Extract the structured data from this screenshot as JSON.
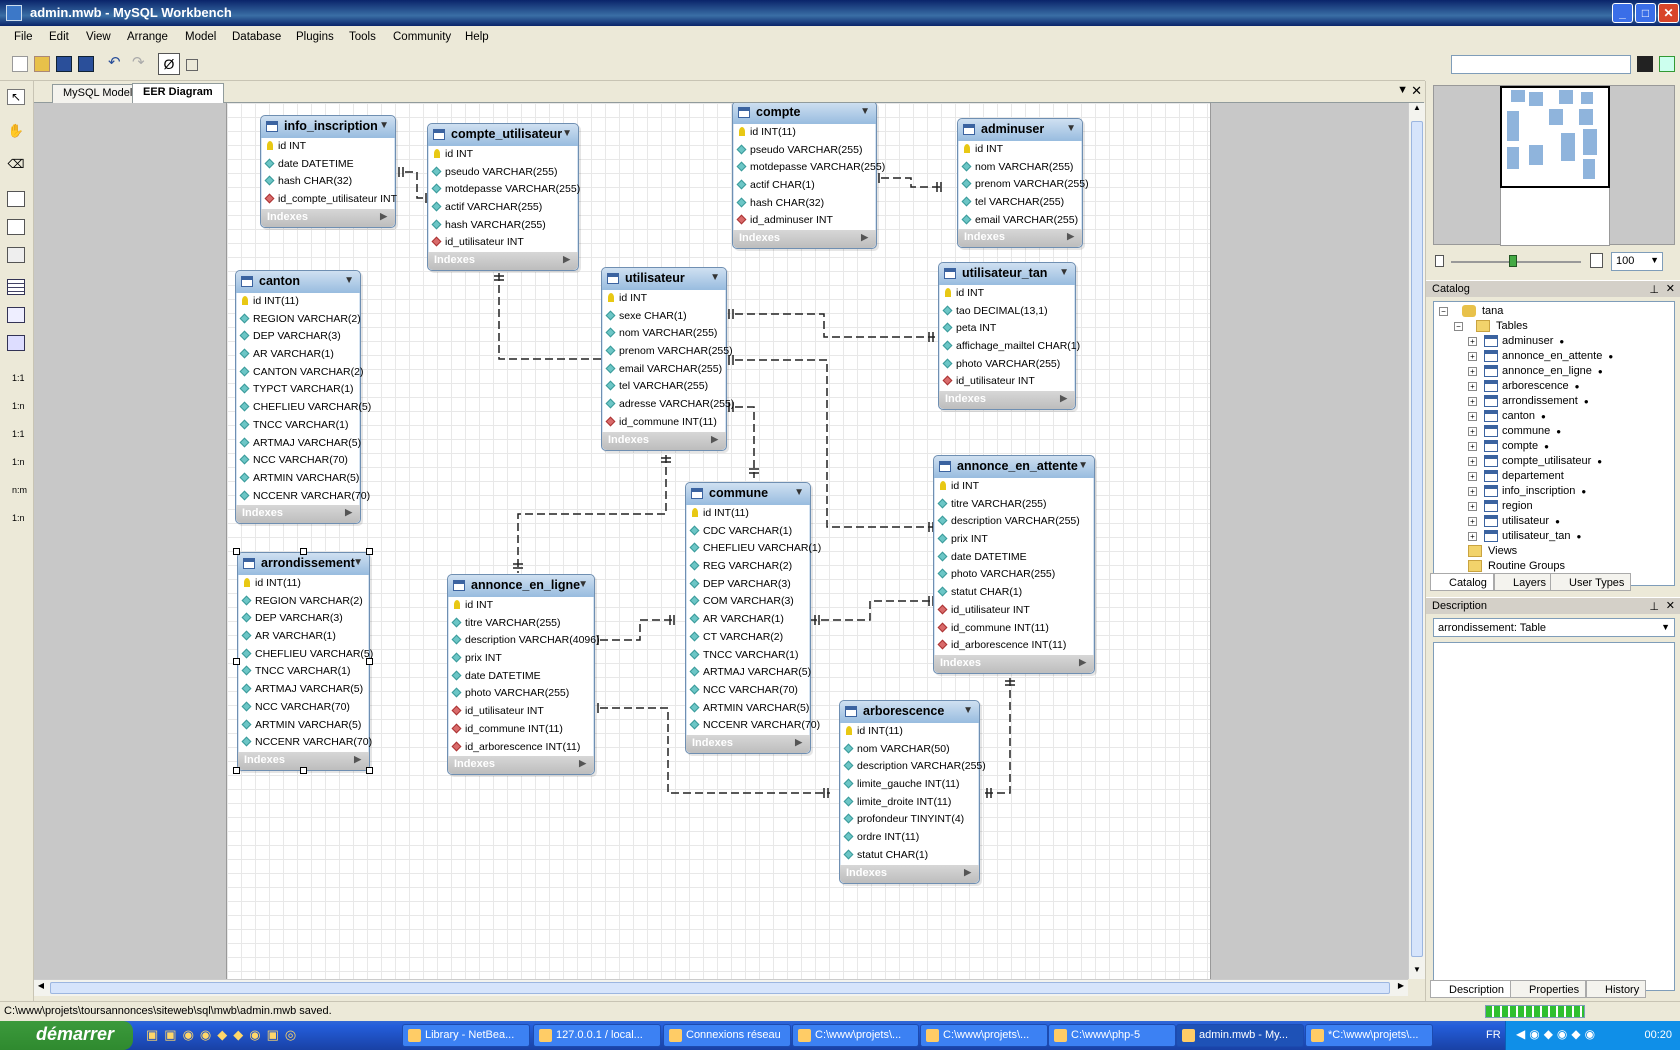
{
  "window": {
    "title": "admin.mwb - MySQL Workbench"
  },
  "menu": [
    "File",
    "Edit",
    "View",
    "Arrange",
    "Model",
    "Database",
    "Plugins",
    "Tools",
    "Community",
    "Help"
  ],
  "doc_tabs": [
    "MySQL Model",
    "EER Diagram"
  ],
  "left_tools": {
    "labels": [
      "1:1",
      "1:n",
      "1:1",
      "1:n",
      "n:m",
      "1:n"
    ]
  },
  "tables": [
    {
      "name": "info_inscription",
      "columns": [
        [
          "pk",
          "id INT"
        ],
        [
          "at",
          "date DATETIME"
        ],
        [
          "at",
          "hash CHAR(32)"
        ],
        [
          "fk",
          "id_compte_utilisateur INT"
        ]
      ]
    },
    {
      "name": "compte_utilisateur",
      "columns": [
        [
          "pk",
          "id INT"
        ],
        [
          "at",
          "pseudo VARCHAR(255)"
        ],
        [
          "at",
          "motdepasse VARCHAR(255)"
        ],
        [
          "at",
          "actif VARCHAR(255)"
        ],
        [
          "at",
          "hash VARCHAR(255)"
        ],
        [
          "fk",
          "id_utilisateur INT"
        ]
      ]
    },
    {
      "name": "compte",
      "columns": [
        [
          "pk",
          "id INT(11)"
        ],
        [
          "at",
          "pseudo VARCHAR(255)"
        ],
        [
          "at",
          "motdepasse VARCHAR(255)"
        ],
        [
          "at",
          "actif CHAR(1)"
        ],
        [
          "at",
          "hash CHAR(32)"
        ],
        [
          "fk",
          "id_adminuser INT"
        ]
      ]
    },
    {
      "name": "adminuser",
      "columns": [
        [
          "pk",
          "id INT"
        ],
        [
          "at",
          "nom VARCHAR(255)"
        ],
        [
          "at",
          "prenom VARCHAR(255)"
        ],
        [
          "at",
          "tel VARCHAR(255)"
        ],
        [
          "at",
          "email VARCHAR(255)"
        ]
      ]
    },
    {
      "name": "canton",
      "columns": [
        [
          "pk",
          "id INT(11)"
        ],
        [
          "at",
          "REGION VARCHAR(2)"
        ],
        [
          "at",
          "DEP VARCHAR(3)"
        ],
        [
          "at",
          "AR VARCHAR(1)"
        ],
        [
          "at",
          "CANTON VARCHAR(2)"
        ],
        [
          "at",
          "TYPCT VARCHAR(1)"
        ],
        [
          "at",
          "CHEFLIEU VARCHAR(5)"
        ],
        [
          "at",
          "TNCC VARCHAR(1)"
        ],
        [
          "at",
          "ARTMAJ VARCHAR(5)"
        ],
        [
          "at",
          "NCC VARCHAR(70)"
        ],
        [
          "at",
          "ARTMIN VARCHAR(5)"
        ],
        [
          "at",
          "NCCENR VARCHAR(70)"
        ]
      ]
    },
    {
      "name": "utilisateur",
      "columns": [
        [
          "pk",
          "id INT"
        ],
        [
          "at",
          "sexe CHAR(1)"
        ],
        [
          "at",
          "nom VARCHAR(255)"
        ],
        [
          "at",
          "prenom VARCHAR(255)"
        ],
        [
          "at",
          "email VARCHAR(255)"
        ],
        [
          "at",
          "tel VARCHAR(255)"
        ],
        [
          "at",
          "adresse VARCHAR(255)"
        ],
        [
          "fk",
          "id_commune INT(11)"
        ]
      ]
    },
    {
      "name": "utilisateur_tan",
      "columns": [
        [
          "pk",
          "id INT"
        ],
        [
          "at",
          "tao DECIMAL(13,1)"
        ],
        [
          "at",
          "peta INT"
        ],
        [
          "at",
          "affichage_mailtel CHAR(1)"
        ],
        [
          "at",
          "photo VARCHAR(255)"
        ],
        [
          "fk",
          "id_utilisateur INT"
        ]
      ]
    },
    {
      "name": "commune",
      "columns": [
        [
          "pk",
          "id INT(11)"
        ],
        [
          "at",
          "CDC VARCHAR(1)"
        ],
        [
          "at",
          "CHEFLIEU VARCHAR(1)"
        ],
        [
          "at",
          "REG VARCHAR(2)"
        ],
        [
          "at",
          "DEP VARCHAR(3)"
        ],
        [
          "at",
          "COM VARCHAR(3)"
        ],
        [
          "at",
          "AR VARCHAR(1)"
        ],
        [
          "at",
          "CT VARCHAR(2)"
        ],
        [
          "at",
          "TNCC VARCHAR(1)"
        ],
        [
          "at",
          "ARTMAJ VARCHAR(5)"
        ],
        [
          "at",
          "NCC VARCHAR(70)"
        ],
        [
          "at",
          "ARTMIN VARCHAR(5)"
        ],
        [
          "at",
          "NCCENR VARCHAR(70)"
        ]
      ]
    },
    {
      "name": "annonce_en_attente",
      "columns": [
        [
          "pk",
          "id INT"
        ],
        [
          "at",
          "titre VARCHAR(255)"
        ],
        [
          "at",
          "description VARCHAR(255)"
        ],
        [
          "at",
          "prix INT"
        ],
        [
          "at",
          "date DATETIME"
        ],
        [
          "at",
          "photo VARCHAR(255)"
        ],
        [
          "at",
          "statut CHAR(1)"
        ],
        [
          "fk",
          "id_utilisateur INT"
        ],
        [
          "fk",
          "id_commune INT(11)"
        ],
        [
          "fk",
          "id_arborescence INT(11)"
        ]
      ]
    },
    {
      "name": "arrondissement",
      "columns": [
        [
          "pk",
          "id INT(11)"
        ],
        [
          "at",
          "REGION VARCHAR(2)"
        ],
        [
          "at",
          "DEP VARCHAR(3)"
        ],
        [
          "at",
          "AR VARCHAR(1)"
        ],
        [
          "at",
          "CHEFLIEU VARCHAR(5)"
        ],
        [
          "at",
          "TNCC VARCHAR(1)"
        ],
        [
          "at",
          "ARTMAJ VARCHAR(5)"
        ],
        [
          "at",
          "NCC VARCHAR(70)"
        ],
        [
          "at",
          "ARTMIN VARCHAR(5)"
        ],
        [
          "at",
          "NCCENR VARCHAR(70)"
        ]
      ]
    },
    {
      "name": "annonce_en_ligne",
      "columns": [
        [
          "pk",
          "id INT"
        ],
        [
          "at",
          "titre VARCHAR(255)"
        ],
        [
          "at",
          "description VARCHAR(4096)"
        ],
        [
          "at",
          "prix INT"
        ],
        [
          "at",
          "date DATETIME"
        ],
        [
          "at",
          "photo VARCHAR(255)"
        ],
        [
          "fk",
          "id_utilisateur INT"
        ],
        [
          "fk",
          "id_commune INT(11)"
        ],
        [
          "fk",
          "id_arborescence INT(11)"
        ]
      ]
    },
    {
      "name": "arborescence",
      "columns": [
        [
          "pk",
          "id INT(11)"
        ],
        [
          "at",
          "nom VARCHAR(50)"
        ],
        [
          "at",
          "description VARCHAR(255)"
        ],
        [
          "at",
          "limite_gauche INT(11)"
        ],
        [
          "at",
          "limite_droite INT(11)"
        ],
        [
          "at",
          "profondeur TINYINT(4)"
        ],
        [
          "at",
          "ordre INT(11)"
        ],
        [
          "at",
          "statut CHAR(1)"
        ]
      ]
    }
  ],
  "indexes_label": "Indexes",
  "zoom": "100",
  "catalog": {
    "title": "Catalog",
    "schema": "tana",
    "tables_label": "Tables",
    "tables": [
      "adminuser",
      "annonce_en_attente",
      "annonce_en_ligne",
      "arborescence",
      "arrondissement",
      "canton",
      "commune",
      "compte",
      "compte_utilisateur",
      "departement",
      "info_inscription",
      "region",
      "utilisateur",
      "utilisateur_tan"
    ],
    "no_dot": [
      "departement",
      "region"
    ],
    "views_label": "Views",
    "routines_label": "Routine Groups",
    "tabs": [
      "Catalog",
      "Layers",
      "User Types"
    ]
  },
  "description": {
    "title": "Description",
    "selected": "arrondissement: Table",
    "tabs": [
      "Description",
      "Properties",
      "History"
    ]
  },
  "status": {
    "text": "C:\\www\\projets\\toursannonces\\siteweb\\sql\\mwb\\admin.mwb saved."
  },
  "taskbar": {
    "start": "démarrer",
    "tasks": [
      "Library - NetBea...",
      "127.0.0.1 / local...",
      "Connexions réseau",
      "C:\\www\\projets\\...",
      "C:\\www\\projets\\...",
      "C:\\www\\php-5",
      "admin.mwb - My...",
      "*C:\\www\\projets\\..."
    ],
    "lang": "FR",
    "clock": "00:20"
  }
}
